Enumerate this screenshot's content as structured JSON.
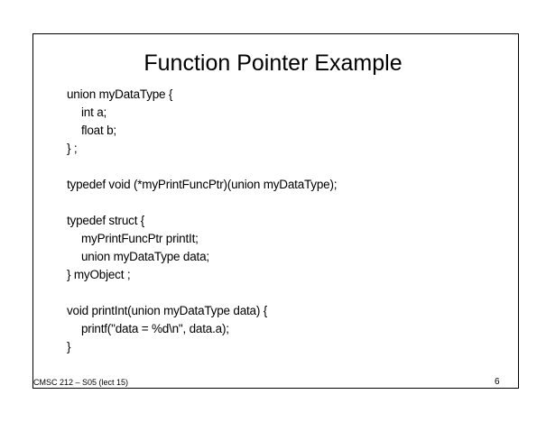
{
  "slide": {
    "title": "Function Pointer Example",
    "code_lines": [
      "union myDataType {",
      "int a;",
      "float b;",
      "} ;",
      "typedef void (*myPrintFuncPtr)(union myDataType);",
      "typedef struct {",
      "myPrintFuncPtr printIt;",
      "union myDataType data;",
      "} myObject ;",
      "void printInt(union myDataType data) {",
      "printf(\"data = %d\\n\", data.a);",
      "}"
    ],
    "footer": "CMSC 212 – S05 (lect 15)",
    "page_number": "6"
  }
}
